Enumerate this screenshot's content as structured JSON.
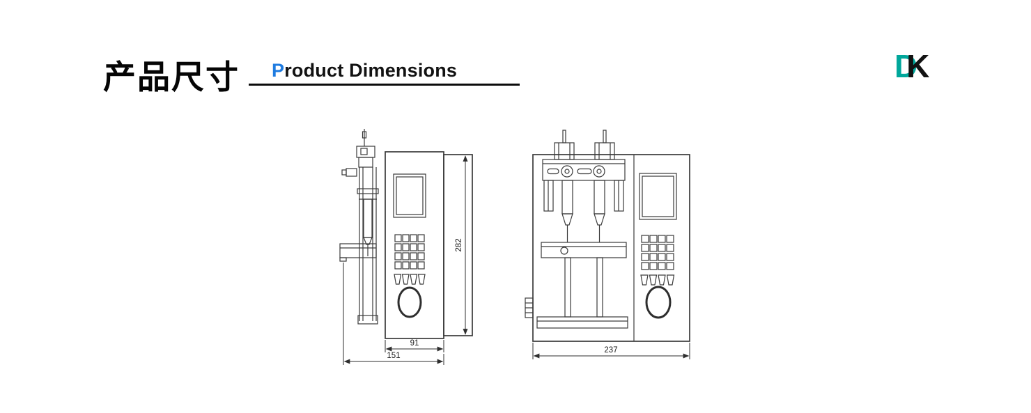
{
  "header": {
    "title_cn": "产品尺寸",
    "subtitle_initial": "P",
    "subtitle_rest": "roduct Dimensions",
    "accent_color": "#1E7BE0"
  },
  "logo": {
    "letter_d": "D",
    "letter_k": "K",
    "d_color": "#00A79B",
    "k_color": "#121212"
  },
  "drawings": {
    "side_view": {
      "label": "side view technical drawing",
      "dim_height": "282",
      "dim_width_body": "91",
      "dim_width_total": "151"
    },
    "front_view": {
      "label": "front view technical drawing",
      "dim_width": "237"
    }
  },
  "colors": {
    "line_art": "#3a3a3a",
    "background": "#ffffff"
  }
}
